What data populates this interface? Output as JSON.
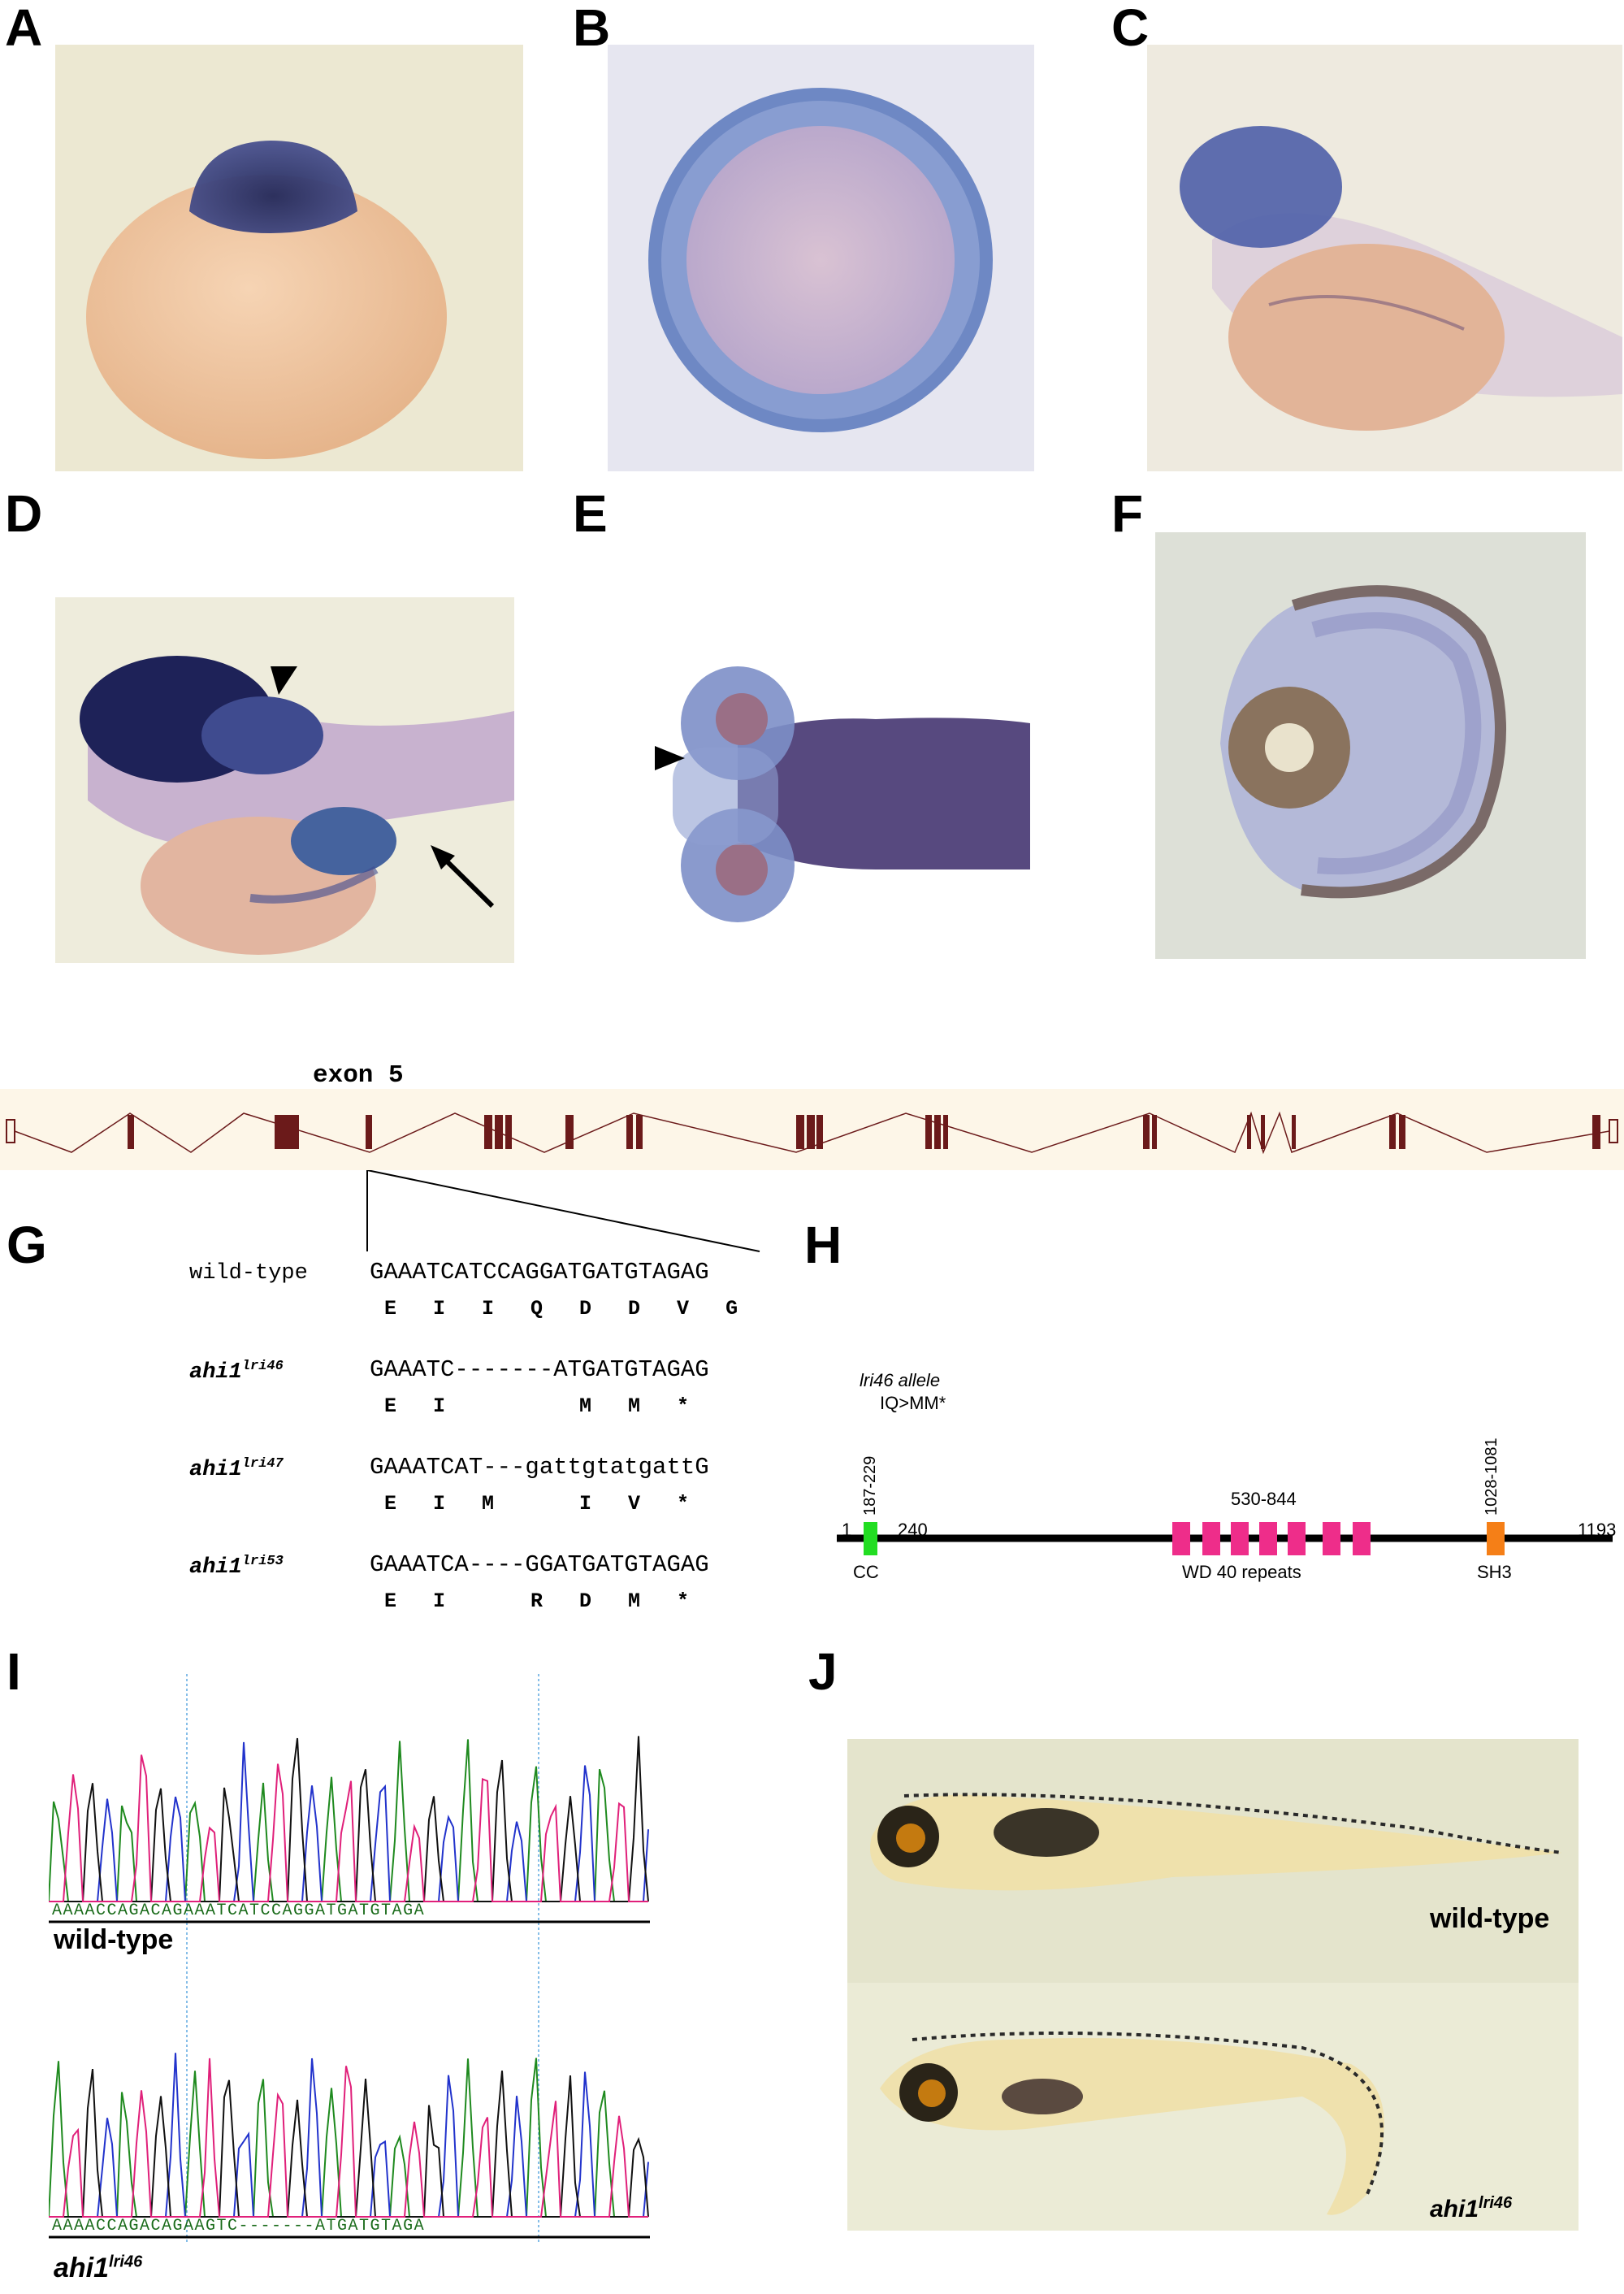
{
  "panels": {
    "A": "A",
    "B": "B",
    "C": "C",
    "D": "D",
    "E": "E",
    "F": "F",
    "G": "G",
    "H": "H",
    "I": "I",
    "J": "J"
  },
  "gene_model": {
    "exon_label": "exon 5"
  },
  "alignment": {
    "rows": [
      {
        "name": "wild-type",
        "seq": "GAAATCATCCAGGATGATGTAGAG",
        "aa": "E   I   I   Q   D   D   V   G"
      },
      {
        "name": "ahi1",
        "sup": "lri46",
        "seq": "GAAATC-------ATGATGTAGAG",
        "aa": "E   I           M   M   *"
      },
      {
        "name": "ahi1",
        "sup": "lri47",
        "seq": "GAAATCAT---gattgtatgattG",
        "aa": "E   I   M       I   V   *"
      },
      {
        "name": "ahi1",
        "sup": "lri53",
        "seq": "GAAATCA----GGATGATGTAGAG",
        "aa": "E   I       R   D   M   *"
      }
    ]
  },
  "protein": {
    "start": "1",
    "end": "1193",
    "cc_range": "187-229",
    "cc_label": "CC",
    "mut_pos": "240",
    "allele_label": "lri46 allele",
    "allele_change": "IQ>MM*",
    "wd_range": "530-844",
    "wd_label": "WD 40 repeats",
    "sh3_range": "1028-1081",
    "sh3_label": "SH3",
    "colors": {
      "cc": "#22dd22",
      "wd": "#ee2d8a",
      "sh3": "#f57f17"
    }
  },
  "chromatogram": {
    "wt_label": "wild-type",
    "wt_calls": "AAAACCAGACAGAAATCATCCAGGATGATGTAGA",
    "mut_label": "ahi1",
    "mut_sup": "lri46",
    "mut_calls": "AAAACCAGACAGAAGTC-------ATGATGTAGA"
  },
  "fish": {
    "wt_label": "wild-type",
    "mut_label": "ahi1",
    "mut_sup": "lri46"
  }
}
